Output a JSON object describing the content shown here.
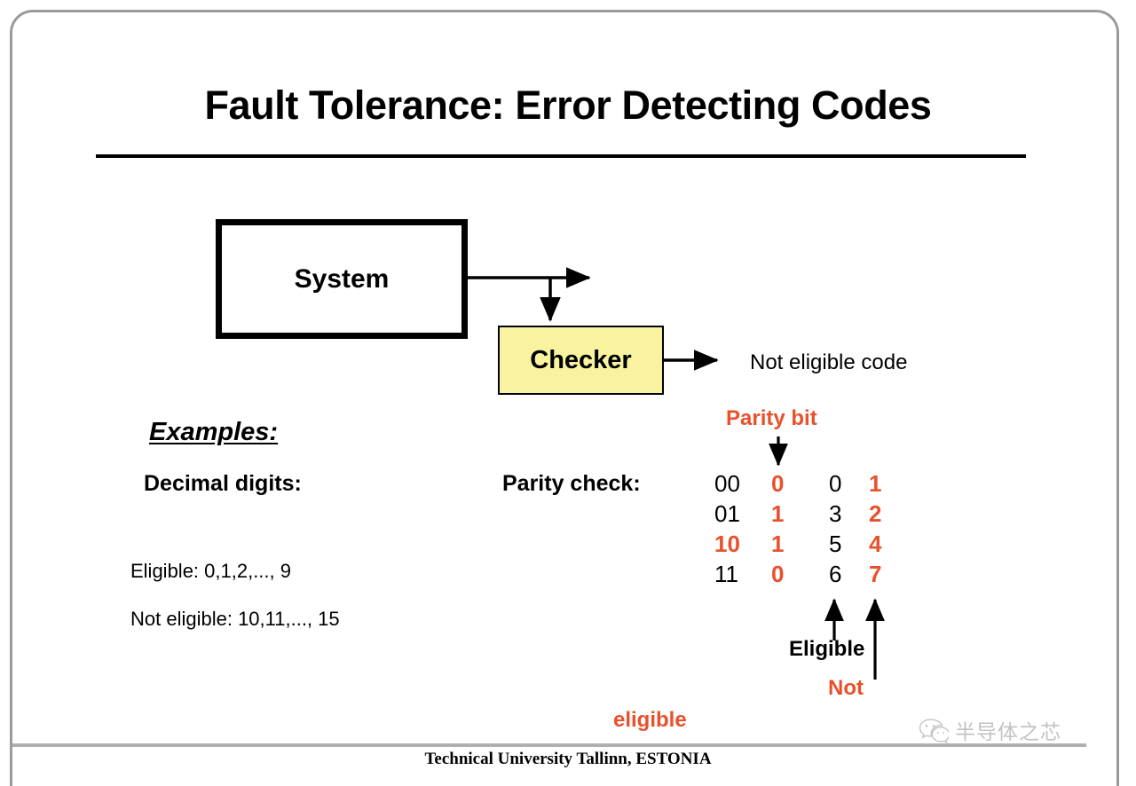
{
  "slide": {
    "title": "Fault Tolerance: Error Detecting Codes",
    "footer": "Technical University Tallinn, ESTONIA"
  },
  "colors": {
    "accent_red": "#e8512b",
    "checker_fill": "#f9f3a0",
    "frame_gray": "#9b9b9b",
    "footer_rule_gray": "#b0b0b0",
    "text_black": "#000000"
  },
  "diagram": {
    "system_label": "System",
    "checker_label": "Checker",
    "output_label": "Not eligible code"
  },
  "examples": {
    "heading": "Examples:",
    "subheading": "Decimal digits:",
    "eligible": "Eligible: 0,1,2,..., 9",
    "not_eligible": "Not eligible: 10,11,..., 15"
  },
  "parity": {
    "check_label": "Parity check:",
    "parity_bit_label": "Parity bit",
    "columns": [
      "code",
      "parity",
      "eligible",
      "not_eligible"
    ],
    "rows": [
      {
        "code": "00",
        "code_red": false,
        "parity": "0",
        "eligible": "0",
        "not_eligible": "1"
      },
      {
        "code": "01",
        "code_red": false,
        "parity": "1",
        "eligible": "3",
        "not_eligible": "2"
      },
      {
        "code": "10",
        "code_red": true,
        "parity": "1",
        "eligible": "5",
        "not_eligible": "4"
      },
      {
        "code": "11",
        "code_red": false,
        "parity": "0",
        "eligible": "6",
        "not_eligible": "7"
      }
    ],
    "eligible_note": "Eligible",
    "not_note": "Not",
    "eligible_note_2": "eligible"
  },
  "watermark": {
    "text": "半导体之芯",
    "logo": "wechat-icon"
  }
}
